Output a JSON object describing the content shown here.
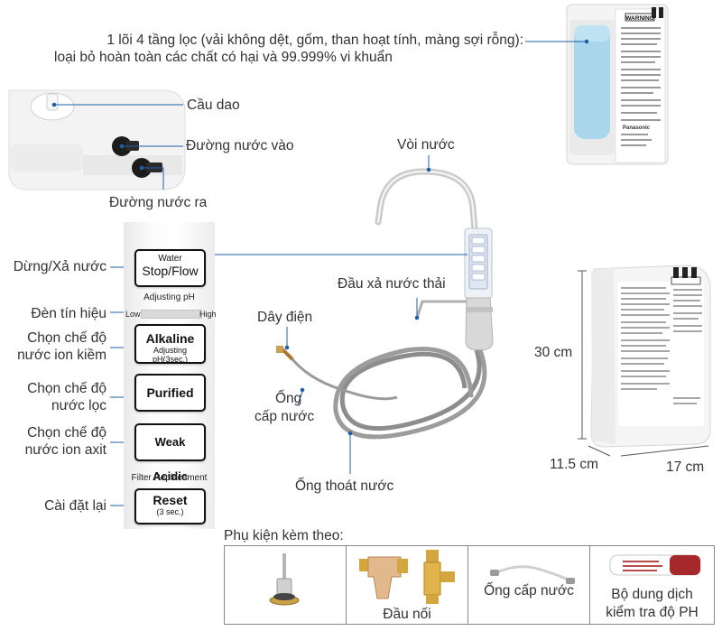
{
  "labels": {
    "filter_line1": "1 lõi 4 tầng lọc (vải không dệt, gốm, than hoạt tính, màng sợi rỗng):",
    "filter_line2": "loại bỏ hoàn toàn các chất có hại và 99.999% vi khuẩn",
    "circuit_breaker": "Cầu dao",
    "water_inlet": "Đường nước vào",
    "water_outlet": "Đường nước ra",
    "faucet": "Vòi nước",
    "waste_outlet": "Đầu xả nước thải",
    "power_cord": "Dây điện",
    "supply_pipe_line1": "Ống",
    "supply_pipe_line2": "cấp nước",
    "drain_pipe": "Ống thoát nước",
    "stop_flow": "Dừng/Xả nước",
    "indicator": "Đèn tín hiệu",
    "alkaline_mode_line1": "Chọn chế độ",
    "alkaline_mode_line2": "nước ion kiềm",
    "purified_mode_line1": "Chọn chế độ",
    "purified_mode_line2": "nước lọc",
    "acidic_mode_line1": "Chọn chế độ",
    "acidic_mode_line2": "nước ion axit",
    "reset": "Cài đặt lại",
    "height": "30 cm",
    "width": "11.5 cm",
    "depth": "17 cm"
  },
  "panel": {
    "water_top": "Water",
    "stop_flow": "Stop/Flow",
    "adjusting_ph": "Adjusting pH",
    "low": "Low",
    "high": "High",
    "alkaline": "Alkaline",
    "alkaline_sub": "Adjusting pH(3sec.)",
    "purified": "Purified",
    "weak_acidic": "Weak Acidic",
    "filter_replacement": "Filter Replacement",
    "reset": "Reset",
    "reset_sub": "(3 sec.)"
  },
  "cartridge": {
    "warning": "WARNING",
    "brand": "Panasonic"
  },
  "accessories": {
    "title": "Phụ kiện kèm theo:",
    "items": [
      {
        "label": ""
      },
      {
        "label": "Đầu nối"
      },
      {
        "label": "Ống cấp nước"
      },
      {
        "label_line1": "Bộ dung dịch",
        "label_line2": "kiểm tra độ PH"
      }
    ]
  },
  "colors": {
    "leader_line": "#1f5fa8",
    "filter_blue": "#a9d6ea",
    "hose_gray": "#8d8d8d"
  }
}
